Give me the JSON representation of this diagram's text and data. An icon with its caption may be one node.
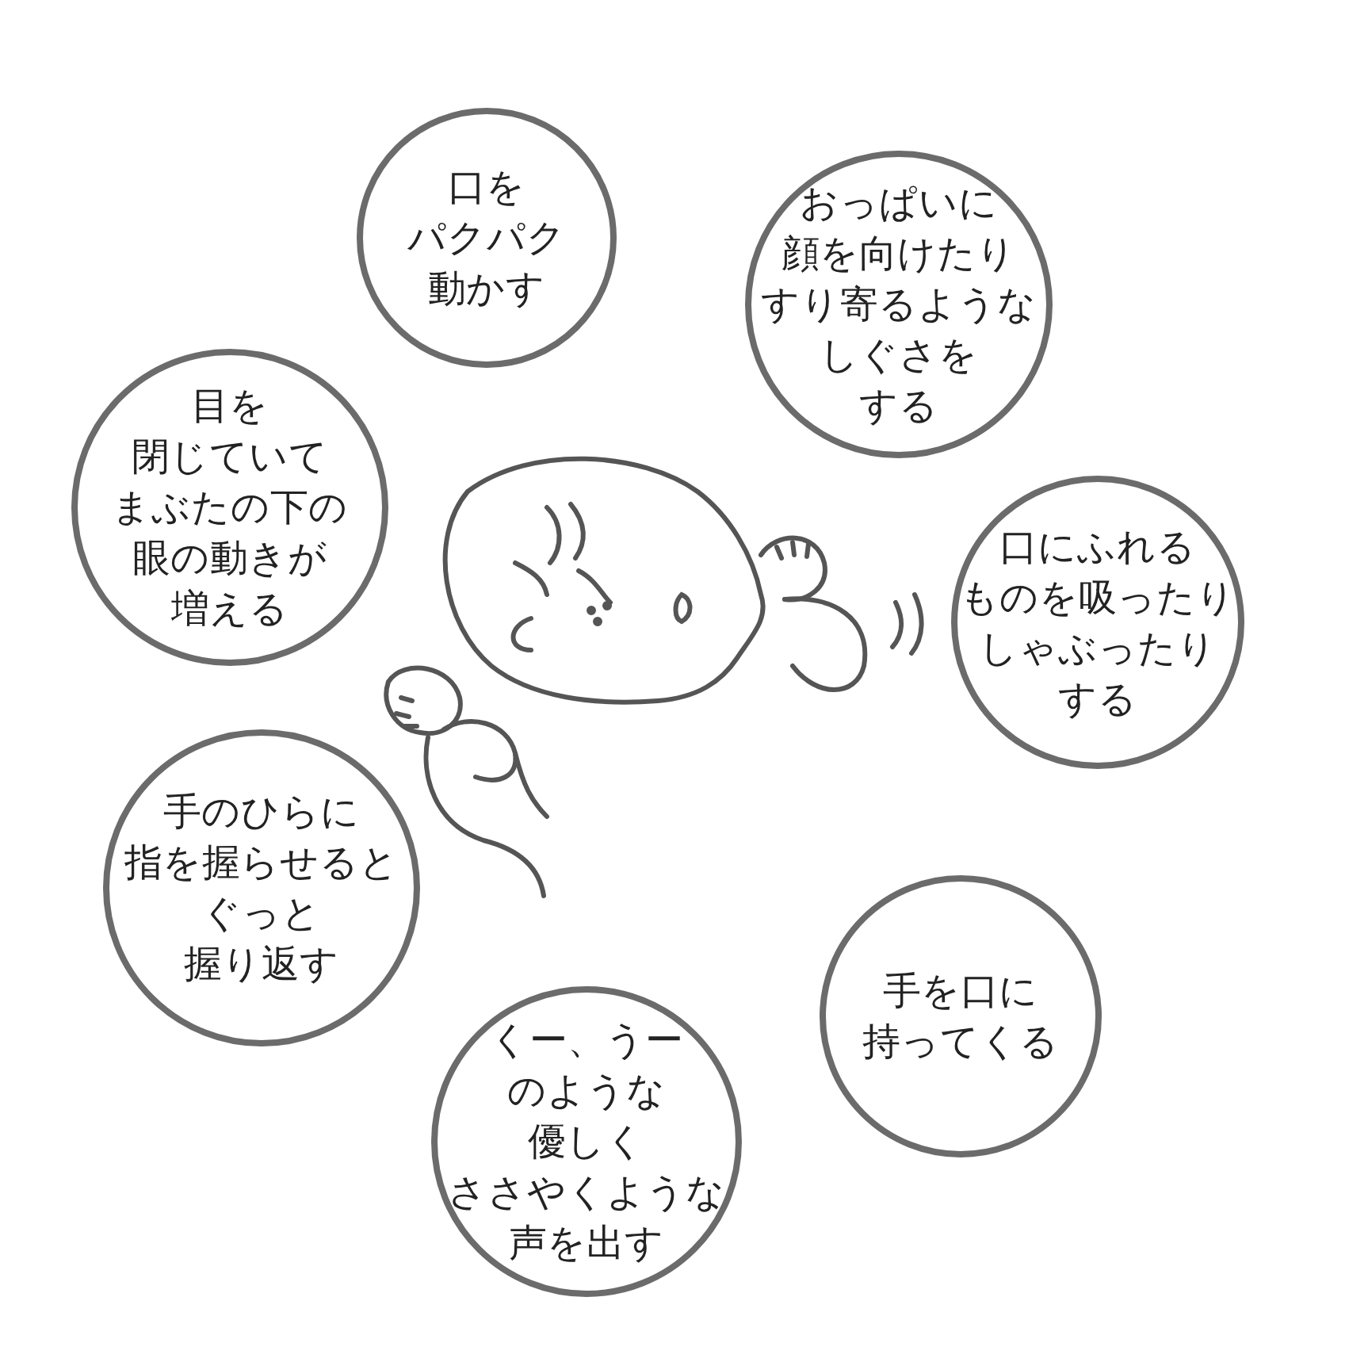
{
  "diagram": {
    "nodes": [
      {
        "text": [
          "口をパクパク動かす"
        ]
      },
      {
        "text": [
          "おっぱいに顔を向けたりすり寄るようなしぐさをする"
        ]
      },
      {
        "text": [
          "目を閉じていてまぶたの下の眼の動きが増える"
        ]
      },
      {
        "text": [
          "口にふれるものを吸ったりしゃぶったりする"
        ]
      },
      {
        "text": [
          "手のひらに指を握らせるとぐっと握り返す"
        ]
      },
      {
        "text": [
          "手を口に持ってくる"
        ]
      },
      {
        "text": [
          "くー、うーのような優しくささやくような声を出す"
        ]
      }
    ]
  }
}
